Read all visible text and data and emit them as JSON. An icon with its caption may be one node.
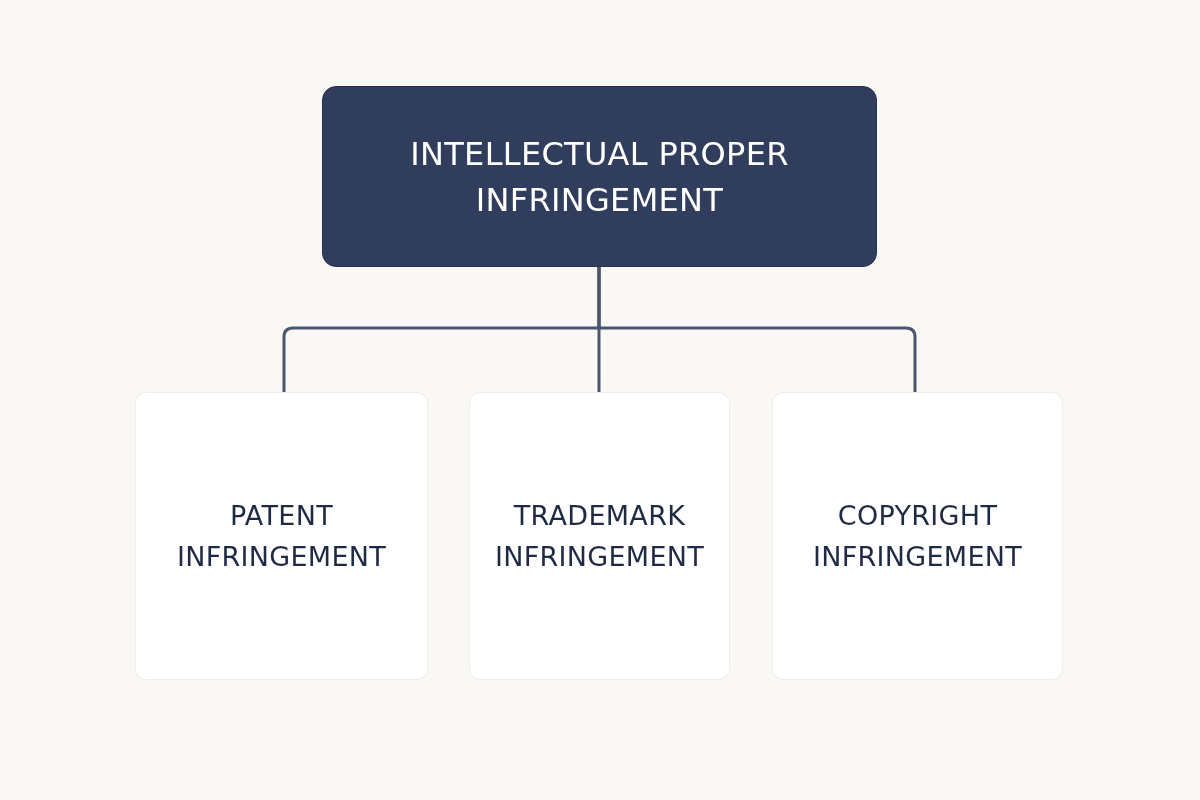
{
  "diagram": {
    "nodes": [
      {
        "text": [
          "INTELLECTUAL PROPER INFRINGEMENT"
        ]
      },
      {
        "text": [
          "PATENT INFRINGEMENT"
        ]
      },
      {
        "text": [
          "TRADEMARK INFRINGEMENT"
        ]
      },
      {
        "text": [
          "COPYRIGHT INFRINGEMENT"
        ]
      }
    ],
    "edges": [
      {
        "from": 0,
        "to": 1,
        "arrow": "none"
      },
      {
        "from": 0,
        "to": 2,
        "arrow": "none"
      },
      {
        "from": 0,
        "to": 3,
        "arrow": "none"
      }
    ]
  }
}
